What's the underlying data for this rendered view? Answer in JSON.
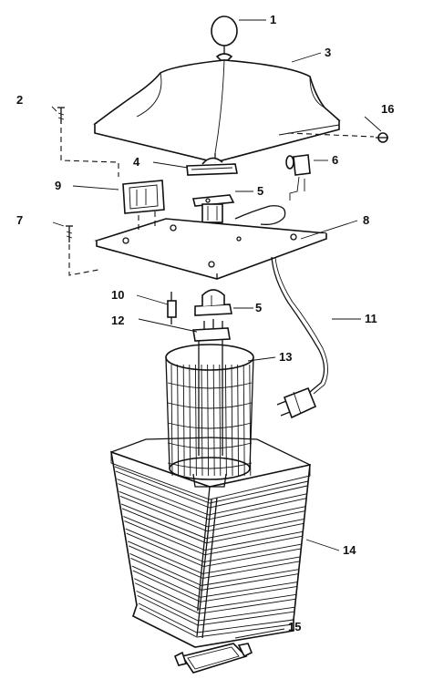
{
  "diagram": {
    "callouts": [
      {
        "id": "c1",
        "text": "1"
      },
      {
        "id": "c2",
        "text": "2"
      },
      {
        "id": "c3",
        "text": "3"
      },
      {
        "id": "c4",
        "text": "4"
      },
      {
        "id": "c5a",
        "text": "5"
      },
      {
        "id": "c5b",
        "text": "5"
      },
      {
        "id": "c6",
        "text": "6"
      },
      {
        "id": "c7",
        "text": "7"
      },
      {
        "id": "c8",
        "text": "8"
      },
      {
        "id": "c9",
        "text": "9"
      },
      {
        "id": "c10",
        "text": "10"
      },
      {
        "id": "c11",
        "text": "11"
      },
      {
        "id": "c12",
        "text": "12"
      },
      {
        "id": "c13",
        "text": "13"
      },
      {
        "id": "c14",
        "text": "14"
      },
      {
        "id": "c15",
        "text": "15"
      },
      {
        "id": "c16",
        "text": "16"
      }
    ]
  }
}
